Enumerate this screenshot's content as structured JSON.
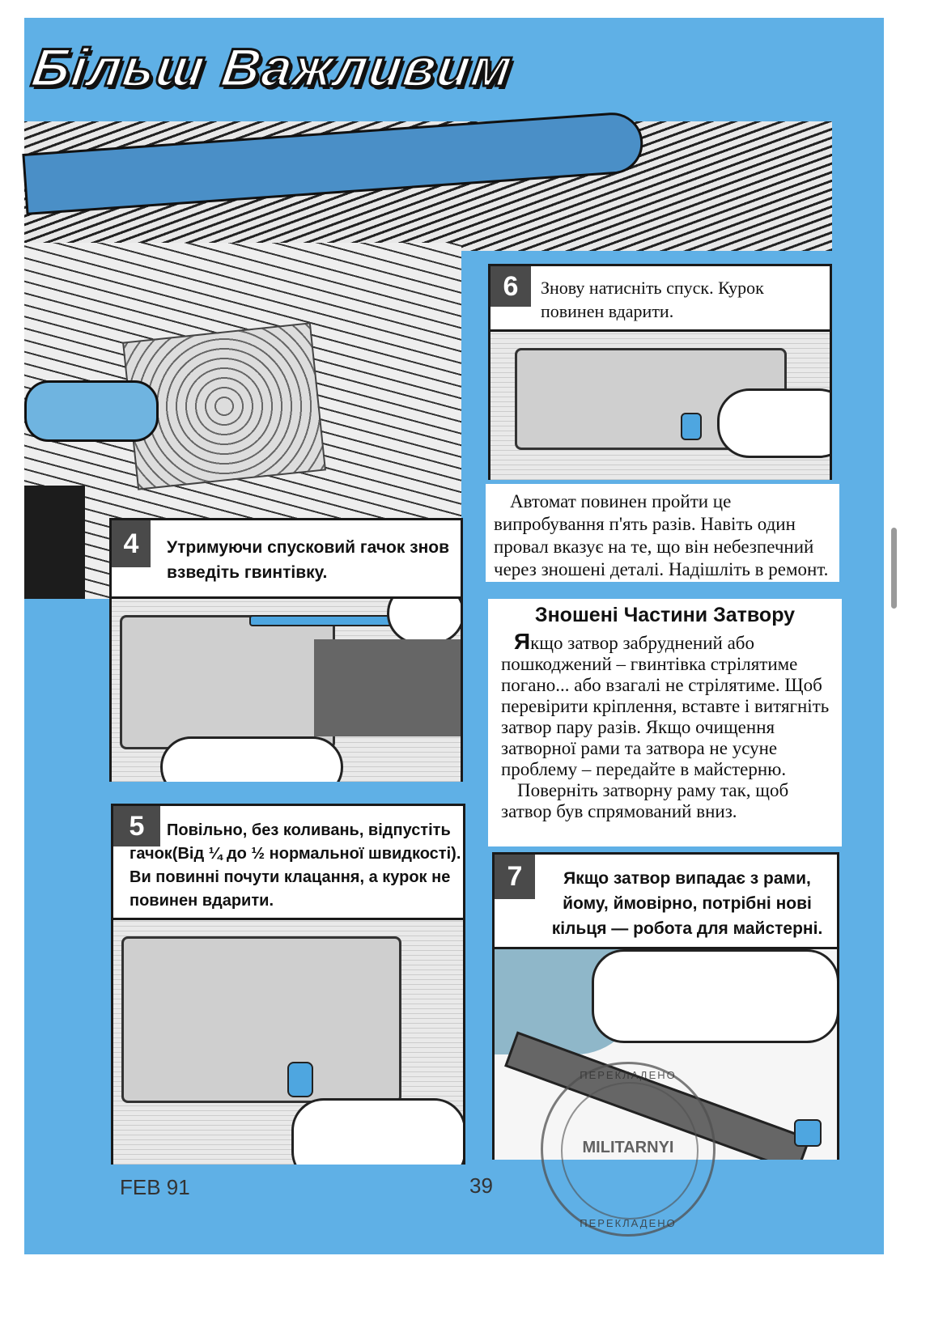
{
  "title": "Більш Важливим",
  "panels": {
    "p6": {
      "number": "6",
      "text": "Знову натисніть спуск. Курок повинен вдарити."
    },
    "p4": {
      "number": "4",
      "text": "Утримуючи спусковий гачок знов взведіть гвинтівку."
    },
    "p5": {
      "number": "5",
      "text": "Повільно, без коливань, відпустіть гачок(Від ¼ до ½  нормальної швидкості). Ви повинні почути клацання, а курок не повинен вдарити."
    },
    "p7": {
      "number": "7",
      "text": "Якщо затвор випадає з рами, йому, ймовірно, потрібні нові кільця — робота для майстерні."
    }
  },
  "note": "Автомат повинен пройти це випробування п'ять разів. Навіть один провал вказує на те, що він небезпечний через зношені деталі. Надішліть в ремонт.",
  "bolt": {
    "heading": "Зношені Частини Затвору",
    "dropcap": "Я",
    "para1": "кщо затвор забруднений або пошкоджений –  гвинтівка стрілятиме погано... або взагалі не стрілятиме. Щоб перевірити кріплення, вставте і витягніть затвор пару разів. Якщо очищення затворної рами та затвора не усуне проблему – передайте в майстерню.",
    "para2": "Поверніть затворну раму так, щоб затвор був спрямований вниз."
  },
  "footer": {
    "date": "FEB 91",
    "page": "39"
  },
  "stamp": {
    "brand": "MILITARNYI",
    "ring_text": "ПЕРЕКЛАДЕНО"
  }
}
